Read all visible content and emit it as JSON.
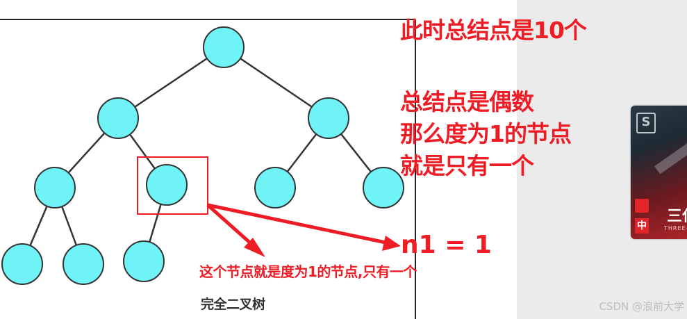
{
  "texts": {
    "header_note": "此时总结点是10个",
    "explanation_line1": "总结点是偶数",
    "explanation_line2": "那么度为1的节点",
    "explanation_line3": "就是只有一个",
    "formula": "n1 = 1",
    "node_caption": "这个节点就是度为1的节点,只有一个",
    "tree_caption": "完全二叉树",
    "watermark": "CSDN @浪前大学"
  },
  "ad": {
    "logo_glyph": "S",
    "badge_a": "",
    "badge_b": "中",
    "title": "三仏",
    "subtitle": "THREE-"
  },
  "colors": {
    "node_fill": "#6ff3f7",
    "node_stroke": "#333333",
    "edge": "#333333",
    "highlight": "#ee1c25",
    "annotation": "#ee1c25"
  },
  "tree": {
    "nodes": [
      {
        "id": "n0",
        "parent": null
      },
      {
        "id": "n1",
        "parent": "n0"
      },
      {
        "id": "n2",
        "parent": "n0"
      },
      {
        "id": "n3",
        "parent": "n1"
      },
      {
        "id": "n4",
        "parent": "n1"
      },
      {
        "id": "n5",
        "parent": "n2"
      },
      {
        "id": "n6",
        "parent": "n2"
      },
      {
        "id": "n7",
        "parent": "n3"
      },
      {
        "id": "n8",
        "parent": "n3"
      },
      {
        "id": "n9",
        "parent": "n4"
      }
    ],
    "highlighted_node": "n4"
  }
}
